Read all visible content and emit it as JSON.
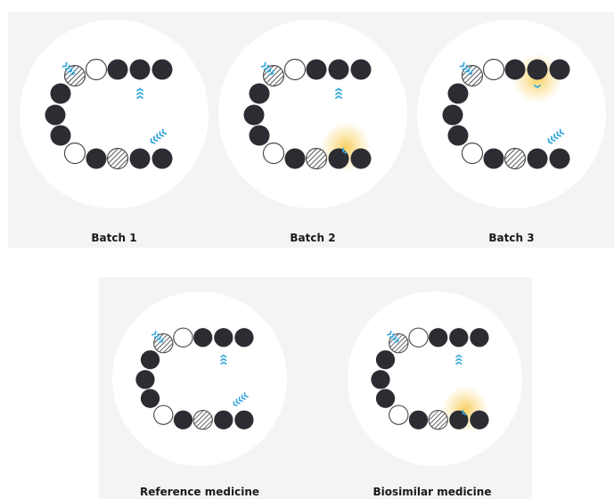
{
  "colors": {
    "panel": "#f4f4f4",
    "circle": "#ffffff",
    "dark_bead": "#2b2d33",
    "glycan": "#3aa8dc",
    "glow": "#f7c948"
  },
  "icons": {
    "dark_bead": "filled-circle",
    "open_bead": "hollow-circle",
    "hatched_bead": "striped-circle",
    "glycan": "blue-chevron-chain",
    "variation_glow": "yellow-halo"
  },
  "top_row": {
    "captions": [
      "Batch 1",
      "Batch 2",
      "Batch 3"
    ]
  },
  "bottom_row": {
    "captions": [
      "Reference medicine",
      "Biosimilar medicine"
    ]
  }
}
